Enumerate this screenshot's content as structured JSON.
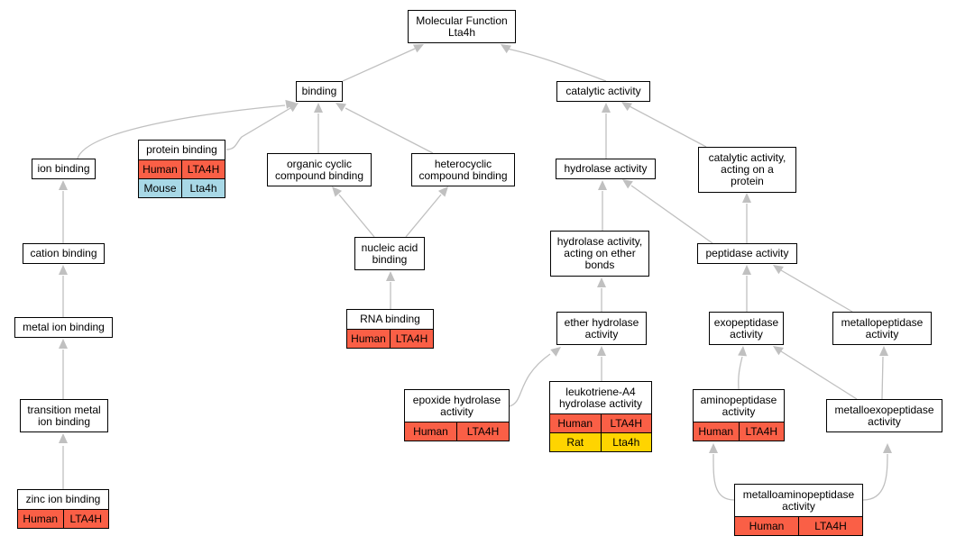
{
  "nodes": [
    {
      "id": "mf",
      "label": "Molecular Function\nLta4h",
      "rows": []
    },
    {
      "id": "binding",
      "label": "binding",
      "rows": []
    },
    {
      "id": "catalytic",
      "label": "catalytic activity",
      "rows": []
    },
    {
      "id": "ion",
      "label": "ion binding",
      "rows": []
    },
    {
      "id": "protein",
      "label": "protein binding",
      "rows": [
        [
          "Human",
          "LTA4H"
        ],
        [
          "Mouse",
          "Lta4h"
        ]
      ]
    },
    {
      "id": "organic",
      "label": "organic cyclic\ncompound binding",
      "rows": []
    },
    {
      "id": "hetero",
      "label": "heterocyclic\ncompound binding",
      "rows": []
    },
    {
      "id": "hydrolase",
      "label": "hydrolase activity",
      "rows": []
    },
    {
      "id": "catprot",
      "label": "catalytic activity,\nacting on a\nprotein",
      "rows": []
    },
    {
      "id": "cation",
      "label": "cation binding",
      "rows": []
    },
    {
      "id": "nucleic",
      "label": "nucleic acid\nbinding",
      "rows": []
    },
    {
      "id": "hydether",
      "label": "hydrolase activity,\nacting on ether\nbonds",
      "rows": []
    },
    {
      "id": "peptidase",
      "label": "peptidase activity",
      "rows": []
    },
    {
      "id": "metalion",
      "label": "metal ion binding",
      "rows": []
    },
    {
      "id": "rna",
      "label": "RNA binding",
      "rows": [
        [
          "Human",
          "LTA4H"
        ]
      ]
    },
    {
      "id": "etherhyd",
      "label": "ether hydrolase\nactivity",
      "rows": []
    },
    {
      "id": "exopep",
      "label": "exopeptidase\nactivity",
      "rows": []
    },
    {
      "id": "metallopep",
      "label": "metallopeptidase\nactivity",
      "rows": []
    },
    {
      "id": "transition",
      "label": "transition metal\nion binding",
      "rows": []
    },
    {
      "id": "epoxide",
      "label": "epoxide hydrolase\nactivity",
      "rows": [
        [
          "Human",
          "LTA4H"
        ]
      ]
    },
    {
      "id": "leuko",
      "label": "leukotriene-A4\nhydrolase activity",
      "rows": [
        [
          "Human",
          "LTA4H"
        ],
        [
          "Rat",
          "Lta4h"
        ]
      ]
    },
    {
      "id": "aminopep",
      "label": "aminopeptidase\nactivity",
      "rows": [
        [
          "Human",
          "LTA4H"
        ]
      ]
    },
    {
      "id": "metalloexo",
      "label": "metalloexopeptidase\nactivity",
      "rows": []
    },
    {
      "id": "zinc",
      "label": "zinc ion binding",
      "rows": [
        [
          "Human",
          "LTA4H"
        ]
      ]
    },
    {
      "id": "metalloamino",
      "label": "metalloaminopeptidase\nactivity",
      "rows": [
        [
          "Human",
          "LTA4H"
        ]
      ]
    }
  ],
  "species_colors": {
    "Human": "#fa5f46",
    "Mouse": "#a8d8e6",
    "Rat": "#ffd400"
  },
  "edge_color": "#c0c0c0"
}
